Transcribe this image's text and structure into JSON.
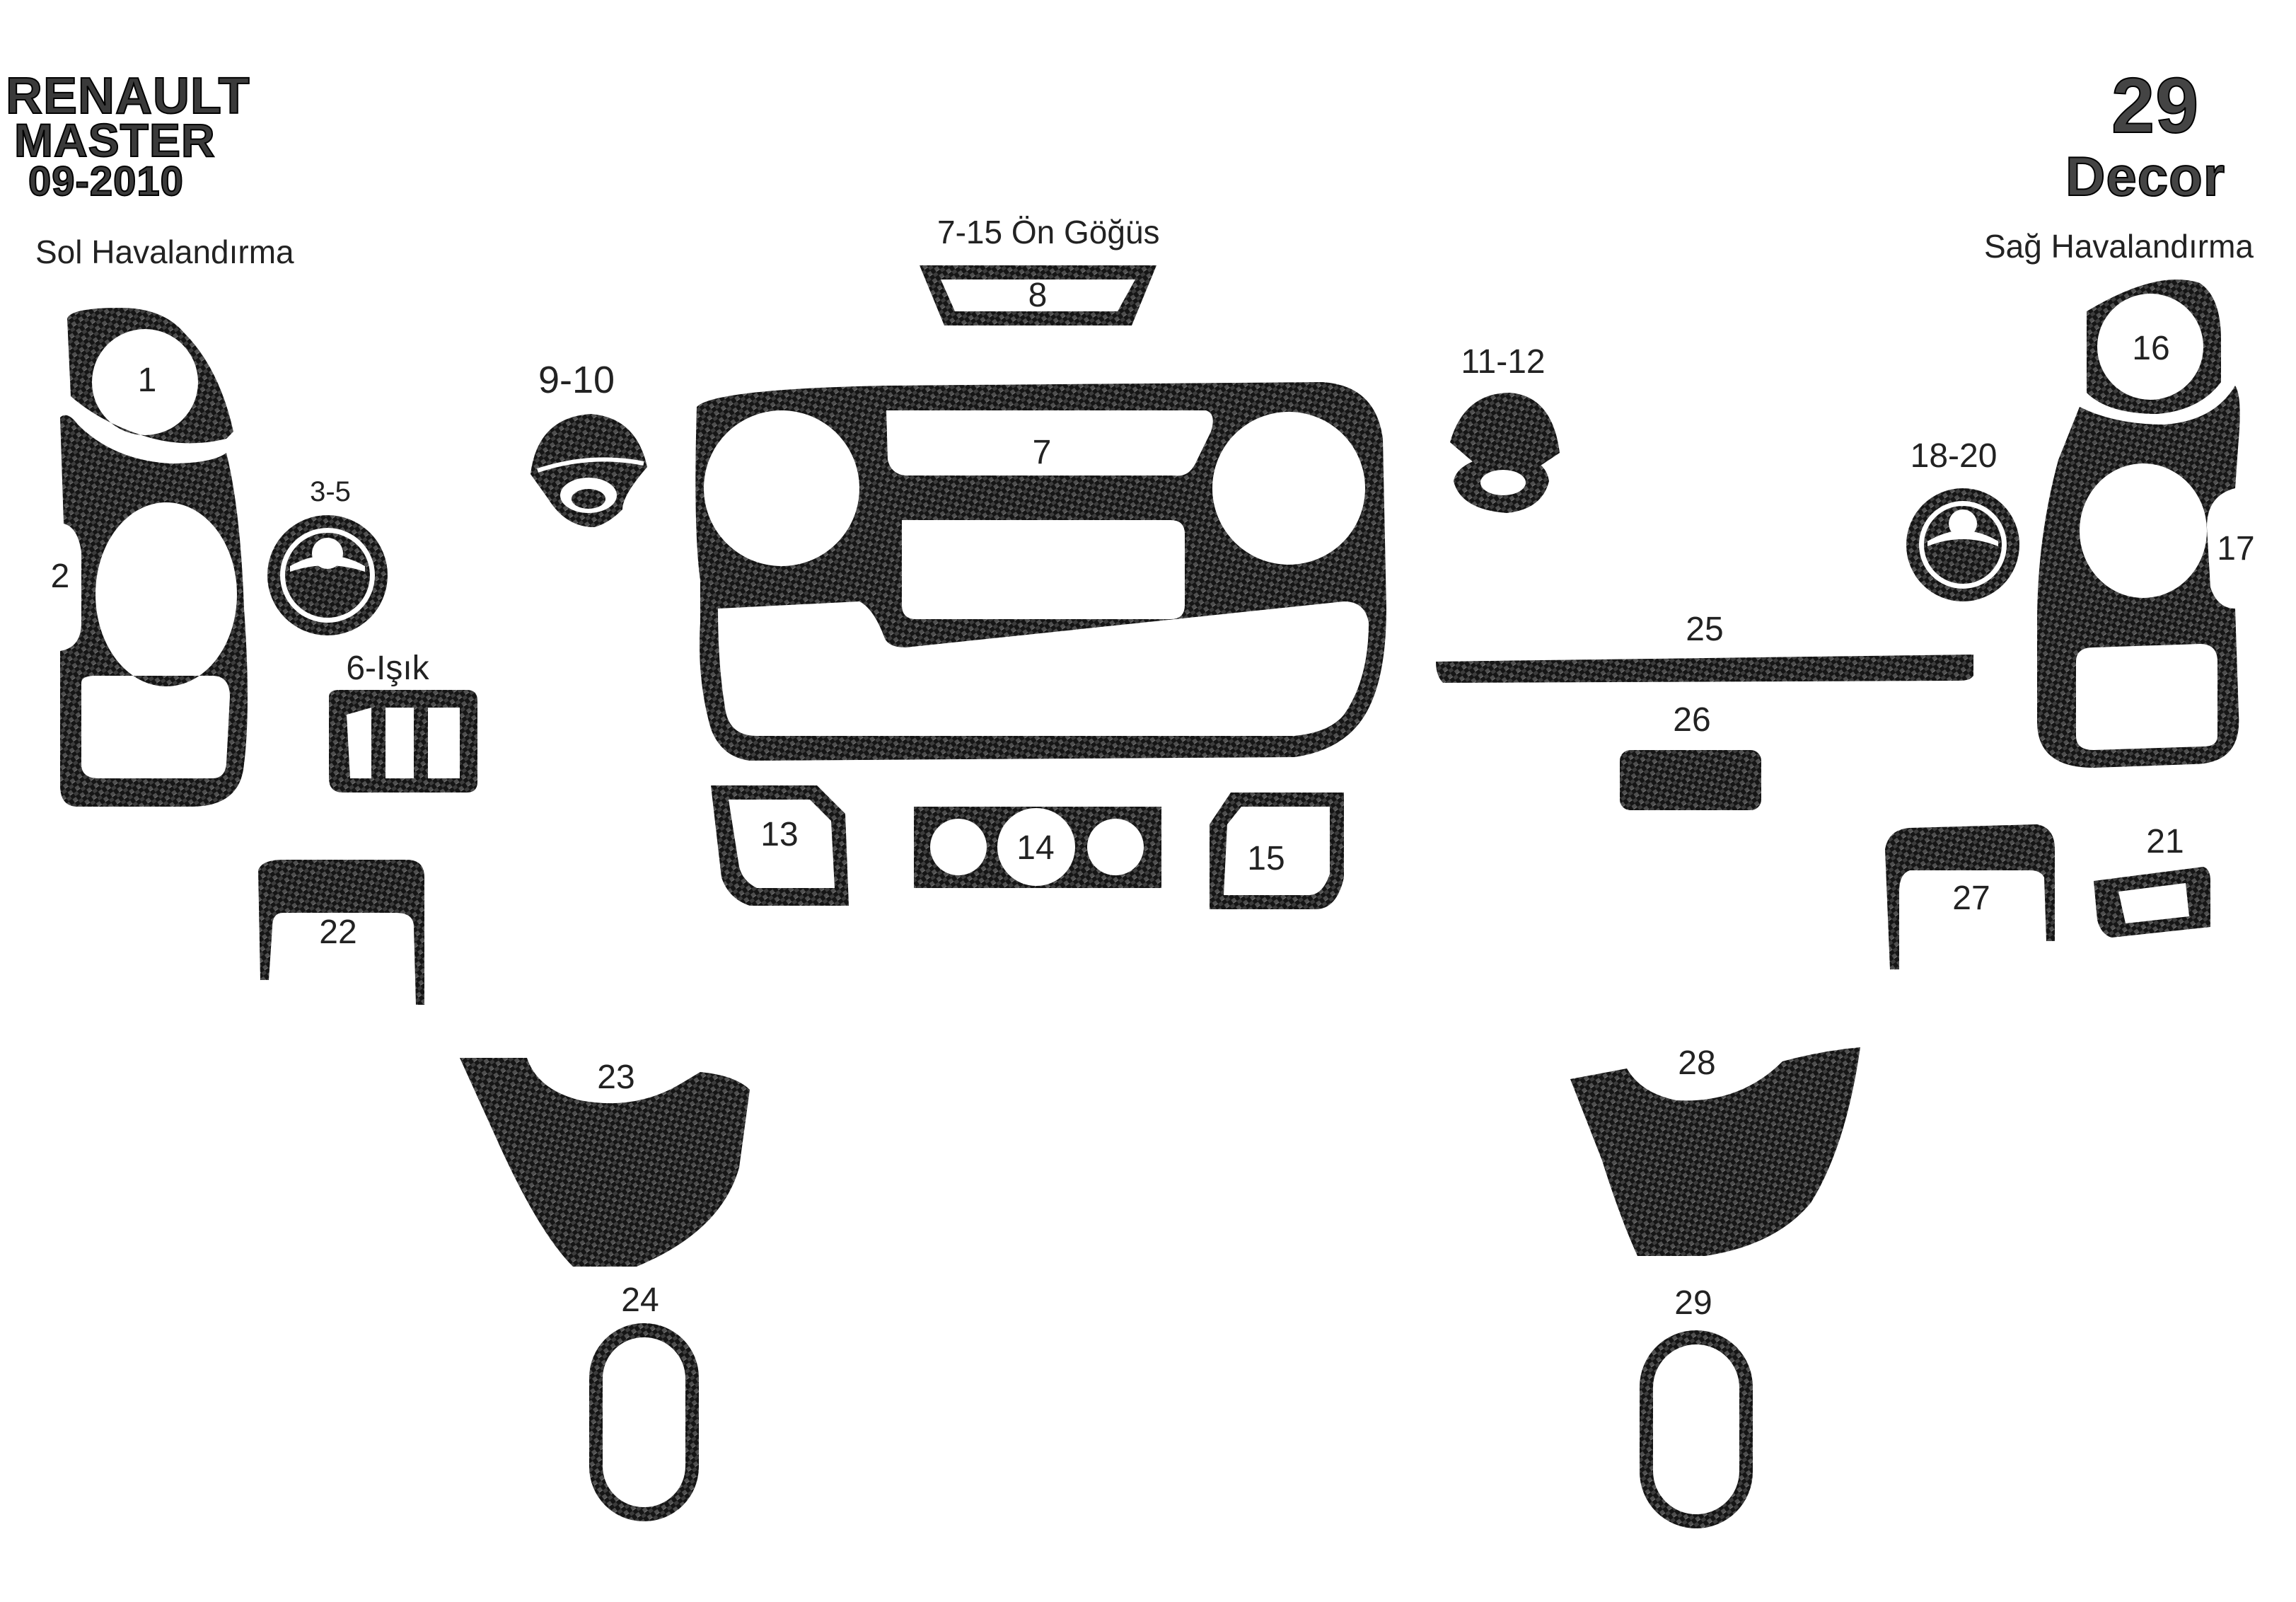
{
  "header": {
    "brand": "RENAULT",
    "model": "MASTER",
    "years": "09-2010",
    "count": "29",
    "unit": "Decor"
  },
  "groups": {
    "left_vent": "Sol Havalandırma",
    "front_console": "7-15 Ön Göğüs",
    "right_vent": "Sağ Havalandırma"
  },
  "parts": {
    "p1": "1",
    "p2": "2",
    "p3_5": "3-5",
    "p6": "6-Işık",
    "p7": "7",
    "p8": "8",
    "p9_10": "9-10",
    "p11_12": "11-12",
    "p13": "13",
    "p14": "14",
    "p15": "15",
    "p16": "16",
    "p17": "17",
    "p18_20": "18-20",
    "p21": "21",
    "p22": "22",
    "p23": "23",
    "p24": "24",
    "p25": "25",
    "p26": "26",
    "p27": "27",
    "p28": "28",
    "p29": "29"
  },
  "colors": {
    "carbon_dark": "#141414",
    "carbon_light": "#5a5a5a",
    "text": "#222222",
    "background": "#ffffff"
  }
}
